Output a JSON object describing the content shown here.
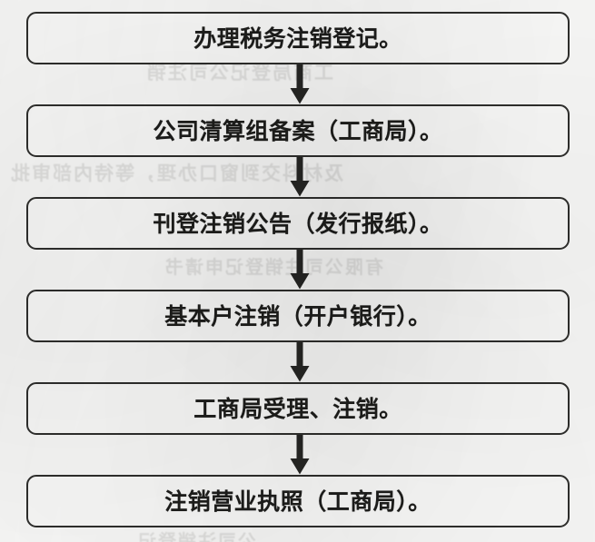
{
  "document": {
    "type": "flowchart",
    "orientation": "vertical",
    "medium": "scanned-paper",
    "language": "zh-CN",
    "background_color": "#fbfbfa",
    "line_color": "#2e2e2c",
    "text_color": "#1d1d1b"
  },
  "flowchart": {
    "nodes": [
      {
        "id": "node-1",
        "label": "办理税务注销登记。",
        "shape": "rounded-rectangle",
        "order": 1
      },
      {
        "id": "node-2",
        "label": "公司清算组备案（工商局）。",
        "shape": "rounded-rectangle",
        "order": 2
      },
      {
        "id": "node-3",
        "label": "刊登注销公告（发行报纸）。",
        "shape": "rounded-rectangle",
        "order": 3
      },
      {
        "id": "node-4",
        "label": "基本户注销（开户银行）。",
        "shape": "rounded-rectangle",
        "order": 4
      },
      {
        "id": "node-5",
        "label": "工商局受理、注销。",
        "shape": "rounded-rectangle",
        "order": 5
      },
      {
        "id": "node-6",
        "label": "注销营业执照（工商局）。",
        "shape": "rounded-rectangle",
        "order": 6
      }
    ],
    "connectors": [
      {
        "id": "arrow-1-2",
        "from": "node-1",
        "to": "node-2",
        "style": "solid-filled-arrow",
        "direction": "down"
      },
      {
        "id": "arrow-2-3",
        "from": "node-2",
        "to": "node-3",
        "style": "solid-filled-arrow",
        "direction": "down"
      },
      {
        "id": "arrow-3-4",
        "from": "node-3",
        "to": "node-4",
        "style": "solid-filled-arrow",
        "direction": "down"
      },
      {
        "id": "arrow-4-5",
        "from": "node-4",
        "to": "node-5",
        "style": "solid-filled-arrow",
        "direction": "down"
      },
      {
        "id": "arrow-5-6",
        "from": "node-5",
        "to": "node-6",
        "style": "solid-filled-arrow",
        "direction": "down"
      }
    ]
  },
  "bleed_through": {
    "description": "faint mirrored text showing through from the reverse side of the scanned page",
    "lines": [
      "工商局登记公司注销",
      "及材料交到窗口办理，等待内部审批",
      "有限公司注销登记申请书",
      "公司注销登记"
    ]
  }
}
